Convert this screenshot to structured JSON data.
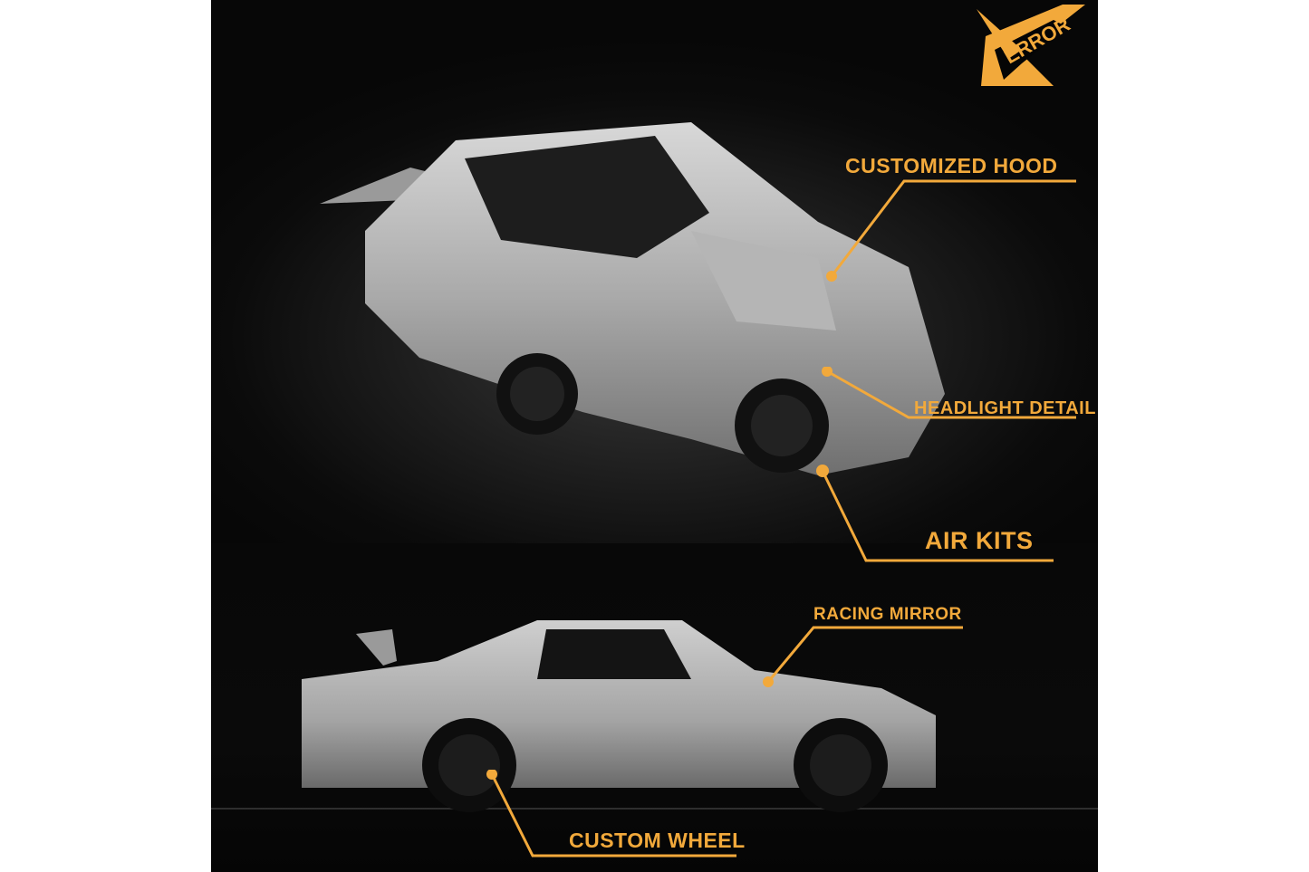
{
  "image": {
    "subject": "Silver diecast model car (Skyline GT-R R34 style) with black wheels, top three-quarter and side views",
    "accent_color": "#f2a93b",
    "background_color": "#050505",
    "border_color": "#ffffff"
  },
  "logo": {
    "text": "ERROR",
    "color": "#f2a93b"
  },
  "callouts": [
    {
      "label": "CUSTOMIZED HOOD"
    },
    {
      "label": "HEADLIGHT DETAIL"
    },
    {
      "label": "AIR KITS"
    },
    {
      "label": "RACING MIRROR"
    },
    {
      "label": "CUSTOM WHEEL"
    }
  ]
}
